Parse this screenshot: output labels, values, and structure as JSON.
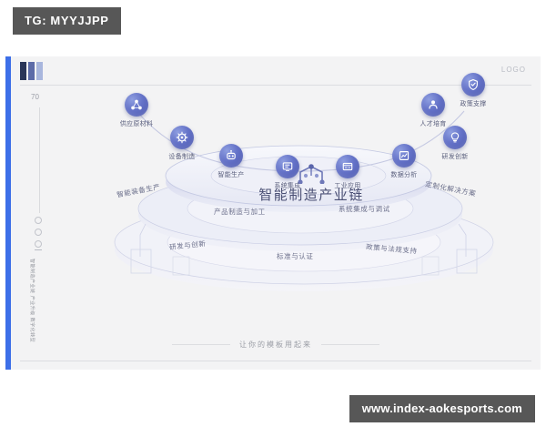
{
  "watermarks": {
    "top_left": "TG: MYYJJPP",
    "bottom_right": "www.index-aokesports.com"
  },
  "slide": {
    "logo_text": "LOGO",
    "rail_number": "70",
    "rail_vertical_text": "智能制造产业链 产业升级 数字化转型",
    "title": "智能制造产业链",
    "caption": "让你的模板用起来",
    "accent_color": "#3d6fe8",
    "background_color": "#f3f3f4"
  },
  "nodes": [
    {
      "label": "供应原材料",
      "icon": "molecule-icon"
    },
    {
      "label": "设备制造",
      "icon": "gear-icon"
    },
    {
      "label": "智能生产",
      "icon": "robot-icon"
    },
    {
      "label": "系统集成",
      "icon": "monitor-icon"
    },
    {
      "label": "工业应用",
      "icon": "factory-icon"
    },
    {
      "label": "数据分析",
      "icon": "chart-icon"
    },
    {
      "label": "研发创新",
      "icon": "bulb-icon"
    },
    {
      "label": "人才培育",
      "icon": "people-icon"
    },
    {
      "label": "政策支撑",
      "icon": "shield-icon"
    }
  ],
  "rings": {
    "upper": [
      "智能装备生产",
      "产品制造与加工",
      "系统集成与调试",
      "定制化解决方案"
    ],
    "lower": [
      "研发与创新",
      "标准与认证",
      "政策与法规支持"
    ]
  }
}
